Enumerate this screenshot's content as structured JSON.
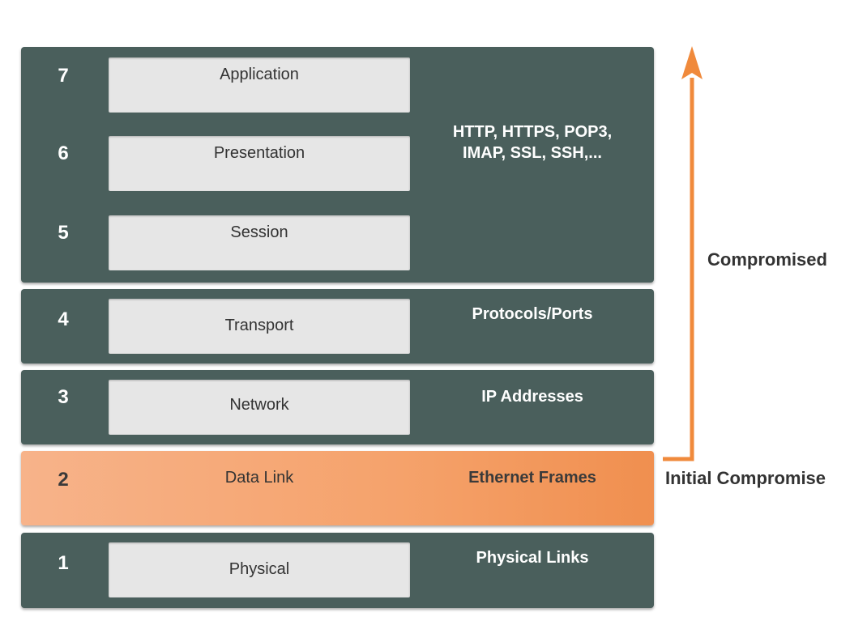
{
  "layers": [
    {
      "number": "7",
      "name": "Application"
    },
    {
      "number": "6",
      "name": "Presentation"
    },
    {
      "number": "5",
      "name": "Session"
    },
    {
      "number": "4",
      "name": "Transport"
    },
    {
      "number": "3",
      "name": "Network"
    },
    {
      "number": "2",
      "name": "Data Link"
    },
    {
      "number": "1",
      "name": "Physical"
    }
  ],
  "protocols": {
    "upper": [
      "HTTP, HTTPS, POP3,",
      "IMAP, SSL, SSH,..."
    ],
    "transport": "Protocols/Ports",
    "network": "IP Addresses",
    "datalink": "Ethernet Frames",
    "physical": "Physical Links"
  },
  "annotations": {
    "compromised": "Compromised",
    "initial": "Initial Compromise"
  },
  "colors": {
    "block": "#4a5f5c",
    "highlight": "#f5a26b",
    "arrow": "#f08a3c"
  }
}
